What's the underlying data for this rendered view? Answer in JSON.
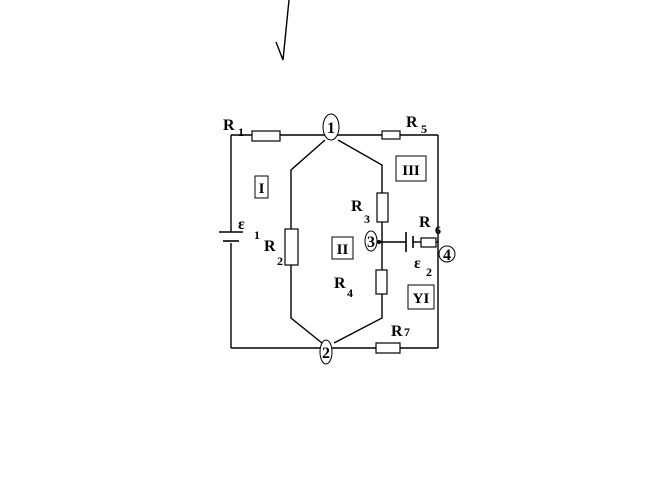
{
  "diagram": {
    "decoration": {
      "mark": "√"
    },
    "resistors": [
      {
        "letter": "R",
        "sub": "1"
      },
      {
        "letter": "R",
        "sub": "2"
      },
      {
        "letter": "R",
        "sub": "3"
      },
      {
        "letter": "R",
        "sub": "4"
      },
      {
        "letter": "R",
        "sub": "5"
      },
      {
        "letter": "R",
        "sub": "6"
      },
      {
        "letter": "R",
        "sub": "7"
      }
    ],
    "sources": [
      {
        "letter": "ε",
        "sub": "1"
      },
      {
        "letter": "ε",
        "sub": "2"
      }
    ],
    "nodes": [
      "1",
      "2",
      "3",
      "4"
    ],
    "loops": [
      "I",
      "II",
      "III",
      "YI"
    ]
  }
}
